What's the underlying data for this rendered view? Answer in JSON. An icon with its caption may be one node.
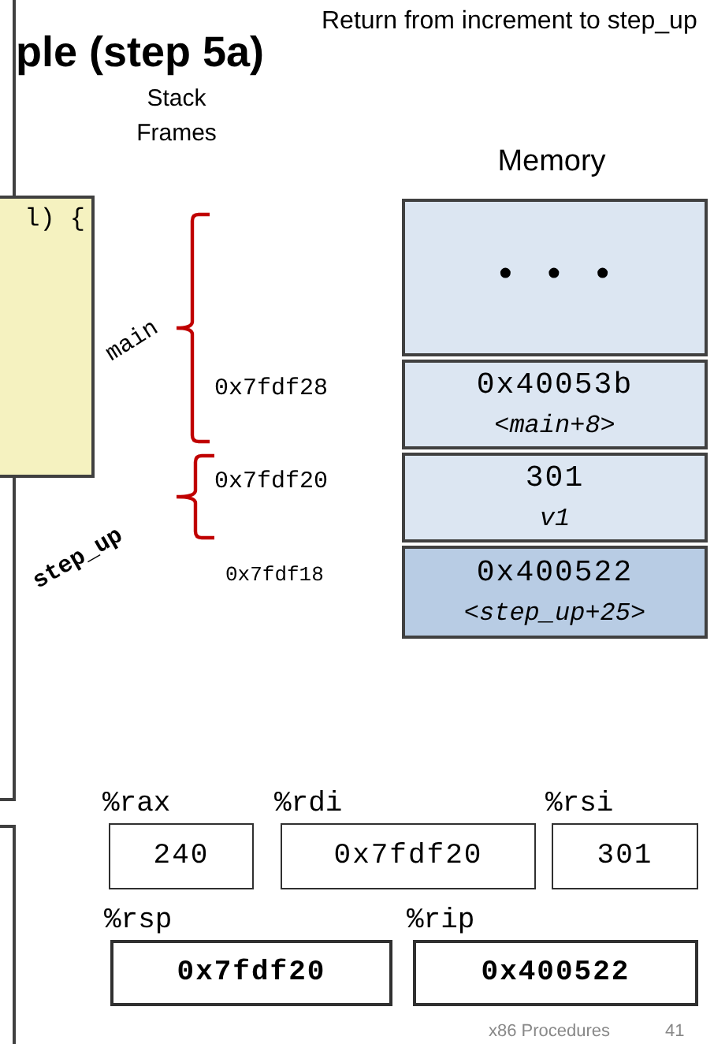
{
  "diagram": {
    "title": "ple (step 5a)",
    "nodes": [
      {
        "text": [],
        "shape": "box"
      },
      {
        "text": [],
        "shape": "box"
      },
      {
        "text": [
          "l) {"
        ]
      },
      {
        "text": [
          "• • •"
        ]
      },
      {
        "text": [
          "0x40053b",
          "<main+8>"
        ]
      },
      {
        "text": [
          "301",
          "v1"
        ]
      },
      {
        "text": [
          "0x400522",
          "<step_up+25>"
        ]
      },
      {
        "text": [
          "%rax",
          "240"
        ]
      },
      {
        "text": [
          "%rdi",
          "0x7fdf20"
        ]
      },
      {
        "text": [
          "%rsi",
          "301"
        ]
      },
      {
        "text": [
          "%rsp",
          "0x7fdf20"
        ]
      },
      {
        "text": [
          "%rip",
          "0x400522"
        ]
      }
    ],
    "labels": [
      "Return from increment to step_up",
      "Stack Frames",
      "Memory",
      "main",
      "0x7fdf28",
      "0x7fdf20",
      "step_up",
      "0x7fdf18",
      "x86 Procedures",
      "41"
    ]
  }
}
